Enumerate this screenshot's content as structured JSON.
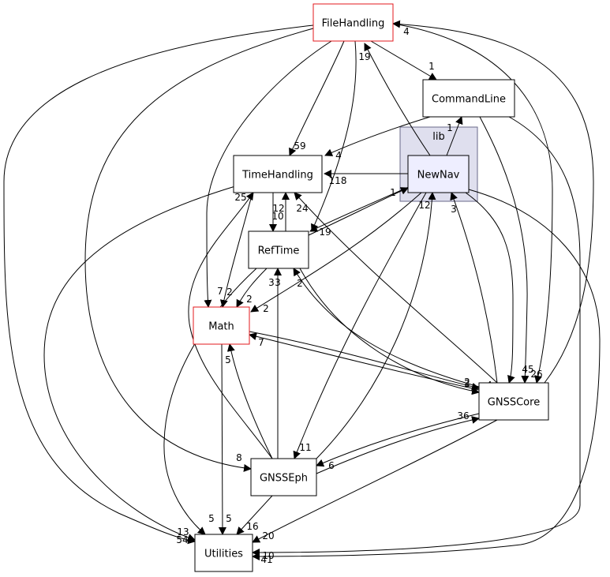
{
  "cluster": {
    "label": "lib",
    "fill": "#dfdfee",
    "stroke": "#6a6a8a"
  },
  "nodes": [
    {
      "id": "FileHandling",
      "label": "FileHandling",
      "border": "#e31a1c",
      "fill": "#ffffff"
    },
    {
      "id": "CommandLine",
      "label": "CommandLine",
      "border": "#000000",
      "fill": "#ffffff"
    },
    {
      "id": "TimeHandling",
      "label": "TimeHandling",
      "border": "#000000",
      "fill": "#ffffff"
    },
    {
      "id": "NewNav",
      "label": "NewNav",
      "border": "#000000",
      "fill": "#eeeeff"
    },
    {
      "id": "RefTime",
      "label": "RefTime",
      "border": "#000000",
      "fill": "#ffffff"
    },
    {
      "id": "Math",
      "label": "Math",
      "border": "#e31a1c",
      "fill": "#ffffff"
    },
    {
      "id": "GNSSCore",
      "label": "GNSSCore",
      "border": "#000000",
      "fill": "#ffffff"
    },
    {
      "id": "GNSSEph",
      "label": "GNSSEph",
      "border": "#000000",
      "fill": "#ffffff"
    },
    {
      "id": "Utilities",
      "label": "Utilities",
      "border": "#000000",
      "fill": "#ffffff"
    }
  ],
  "edges": [
    {
      "from": "FileHandling",
      "to": "CommandLine",
      "label": "1"
    },
    {
      "from": "FileHandling",
      "to": "TimeHandling",
      "label": "59"
    },
    {
      "from": "FileHandling",
      "to": "RefTime",
      "label": "3"
    },
    {
      "from": "FileHandling",
      "to": "Math",
      "label": "7"
    },
    {
      "from": "FileHandling",
      "to": "GNSSCore",
      "label": "26"
    },
    {
      "from": "FileHandling",
      "to": "GNSSEph",
      "label": "8"
    },
    {
      "from": "FileHandling",
      "to": "Utilities",
      "label": "54"
    },
    {
      "from": "CommandLine",
      "to": "TimeHandling",
      "label": "4"
    },
    {
      "from": "CommandLine",
      "to": "GNSSCore",
      "label": "45"
    },
    {
      "from": "CommandLine",
      "to": "Utilities",
      "label": "10"
    },
    {
      "from": "NewNav",
      "to": "FileHandling",
      "label": "19"
    },
    {
      "from": "NewNav",
      "to": "CommandLine",
      "label": "1"
    },
    {
      "from": "NewNav",
      "to": "TimeHandling",
      "label": "118"
    },
    {
      "from": "NewNav",
      "to": "RefTime",
      "label": "19"
    },
    {
      "from": "NewNav",
      "to": "Math",
      "label": "2"
    },
    {
      "from": "NewNav",
      "to": "GNSSCore",
      "label": "4"
    },
    {
      "from": "NewNav",
      "to": "GNSSEph",
      "label": "11"
    },
    {
      "from": "NewNav",
      "to": "Utilities",
      "label": "41"
    },
    {
      "from": "TimeHandling",
      "to": "RefTime",
      "label": "10"
    },
    {
      "from": "TimeHandling",
      "to": "Math",
      "label": "2"
    },
    {
      "from": "TimeHandling",
      "to": "Utilities",
      "label": "13"
    },
    {
      "from": "RefTime",
      "to": "TimeHandling",
      "label": "12"
    },
    {
      "from": "RefTime",
      "to": "NewNav",
      "label": "1"
    },
    {
      "from": "RefTime",
      "to": "Math",
      "label": "2"
    },
    {
      "from": "RefTime",
      "to": "GNSSCore",
      "label": "2"
    },
    {
      "from": "Math",
      "to": "GNSSCore",
      "label": "2"
    },
    {
      "from": "Math",
      "to": "Utilities",
      "label": "5"
    },
    {
      "from": "GNSSCore",
      "to": "FileHandling",
      "label": "4"
    },
    {
      "from": "GNSSCore",
      "to": "TimeHandling",
      "label": "24"
    },
    {
      "from": "GNSSCore",
      "to": "NewNav",
      "label": "3"
    },
    {
      "from": "GNSSCore",
      "to": "RefTime",
      "label": "2"
    },
    {
      "from": "GNSSCore",
      "to": "Math",
      "label": "7"
    },
    {
      "from": "GNSSCore",
      "to": "GNSSEph",
      "label": "6"
    },
    {
      "from": "GNSSCore",
      "to": "Utilities",
      "label": "20"
    },
    {
      "from": "GNSSEph",
      "to": "TimeHandling",
      "label": "25"
    },
    {
      "from": "GNSSEph",
      "to": "NewNav",
      "label": "12"
    },
    {
      "from": "GNSSEph",
      "to": "RefTime",
      "label": "3"
    },
    {
      "from": "GNSSEph",
      "to": "Math",
      "label": "5"
    },
    {
      "from": "GNSSEph",
      "to": "GNSSCore",
      "label": "36"
    },
    {
      "from": "GNSSEph",
      "to": "Utilities",
      "label": "16"
    },
    {
      "from": "RefTime",
      "to": "Utilities",
      "label": "5"
    }
  ]
}
